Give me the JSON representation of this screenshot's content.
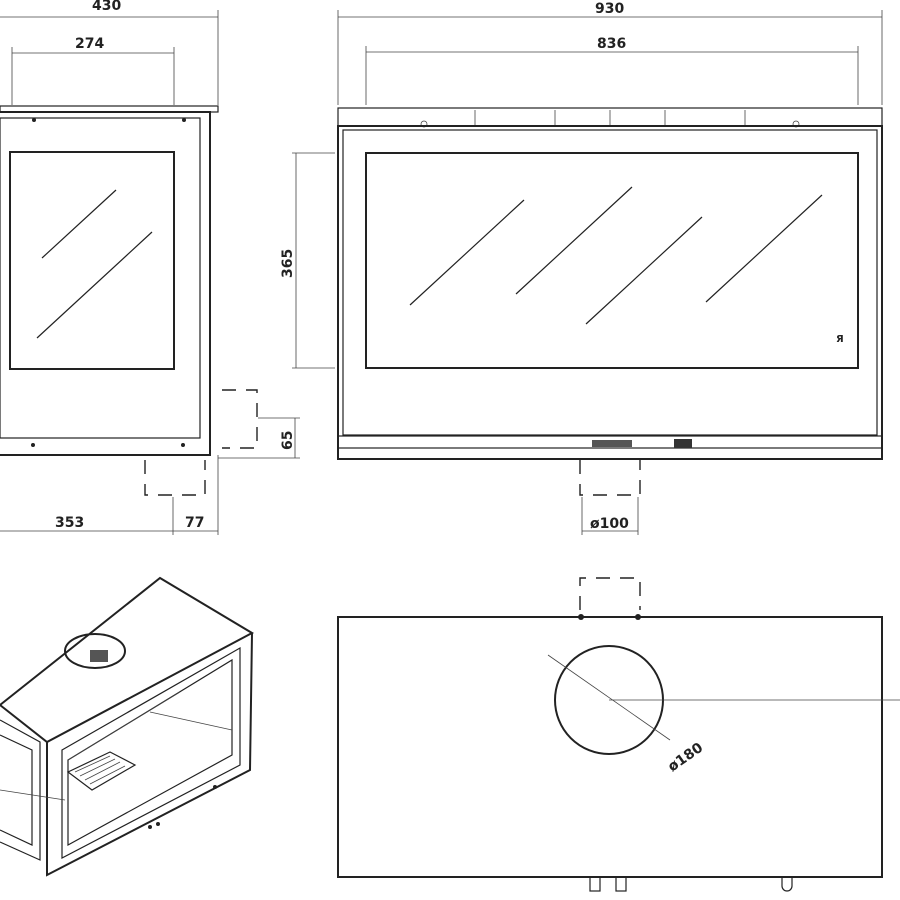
{
  "dimensions": {
    "side_width": "430",
    "side_inner_width": "274",
    "front_width": "930",
    "front_inner_width": "836",
    "glass_height": "365",
    "flue_offset_height": "65",
    "side_depth_to_flue": "353",
    "flue_to_back": "77",
    "flue_diameter": "ø100",
    "top_outlet_diameter": "ø180"
  },
  "colors": {
    "line": "#222222",
    "background": "#ffffff"
  }
}
